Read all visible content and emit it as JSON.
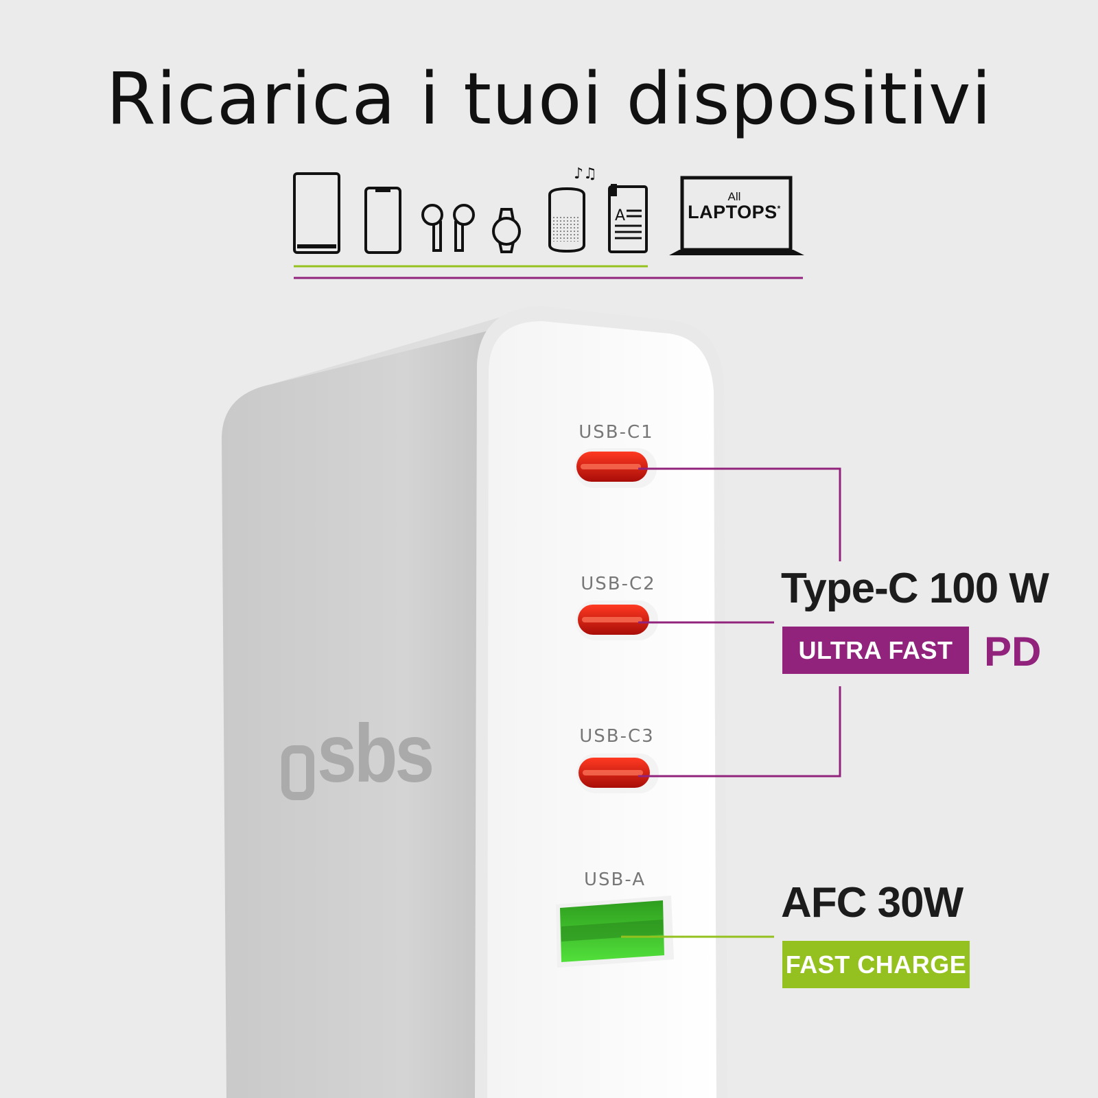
{
  "header": {
    "title": "Ricarica i tuoi dispositivi"
  },
  "devices": {
    "icons": [
      "tablet-icon",
      "smartphone-icon",
      "earbuds-icon",
      "smartwatch-icon",
      "smart-speaker-icon",
      "ereader-icon",
      "laptop-icon"
    ],
    "laptop_small": "All",
    "laptop_label": "LAPTOPS",
    "laptop_mark": "*"
  },
  "ports": {
    "c1": "USB-C1",
    "c2": "USB-C2",
    "c3": "USB-C3",
    "a": "USB-A"
  },
  "specs": {
    "typec_title": "Type-C 100 W",
    "typec_badge": "ULTRA FAST",
    "typec_tag": "PD",
    "afc_title": "AFC 30W",
    "afc_badge": "FAST CHARGE"
  },
  "brand": {
    "logo_text": "sbs"
  },
  "colors": {
    "background": "#ebebeb",
    "purple": "#91237d",
    "green": "#94c11f",
    "port_red": "#d21a12",
    "port_green": "#3fcf2a"
  }
}
